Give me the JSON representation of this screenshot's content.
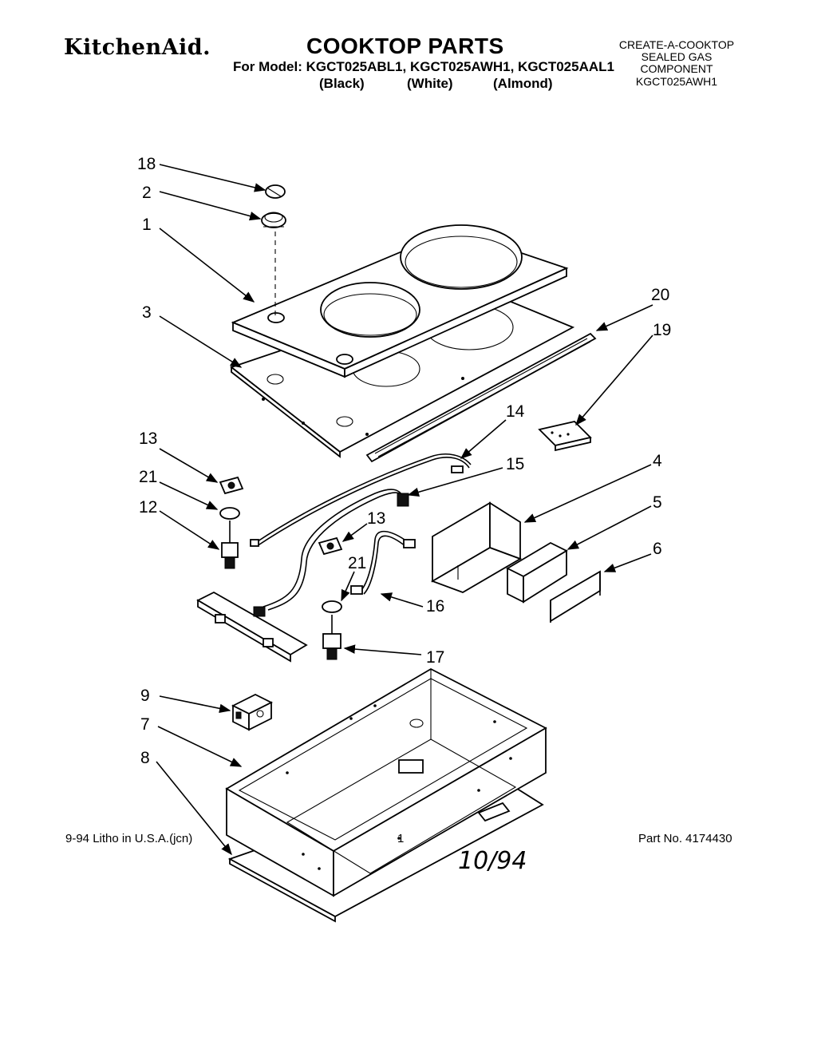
{
  "header": {
    "brand": "KitchenAid.",
    "title": "COOKTOP PARTS",
    "model_line": "For Model: KGCT025ABL1, KGCT025AWH1, KGCT025AAL1",
    "colors": [
      "(Black)",
      "(White)",
      "(Almond)"
    ],
    "top_right": [
      "CREATE-A-COOKTOP",
      "SEALED GAS",
      "COMPONENT",
      "KGCT025AWH1"
    ]
  },
  "callouts": {
    "c18": "18",
    "c2": "2",
    "c1": "1",
    "c3": "3",
    "c20": "20",
    "c19": "19",
    "c14": "14",
    "c15": "15",
    "c13a": "13",
    "c21a": "21",
    "c12": "12",
    "c4": "4",
    "c5": "5",
    "c6": "6",
    "c13b": "13",
    "c21b": "21",
    "c16": "16",
    "c17": "17",
    "c9": "9",
    "c7": "7",
    "c8": "8"
  },
  "footer": {
    "left": "9-94 Litho in U.S.A.(jcn)",
    "page": "1",
    "right": "Part No. 4174430",
    "handwritten": "10/94"
  }
}
